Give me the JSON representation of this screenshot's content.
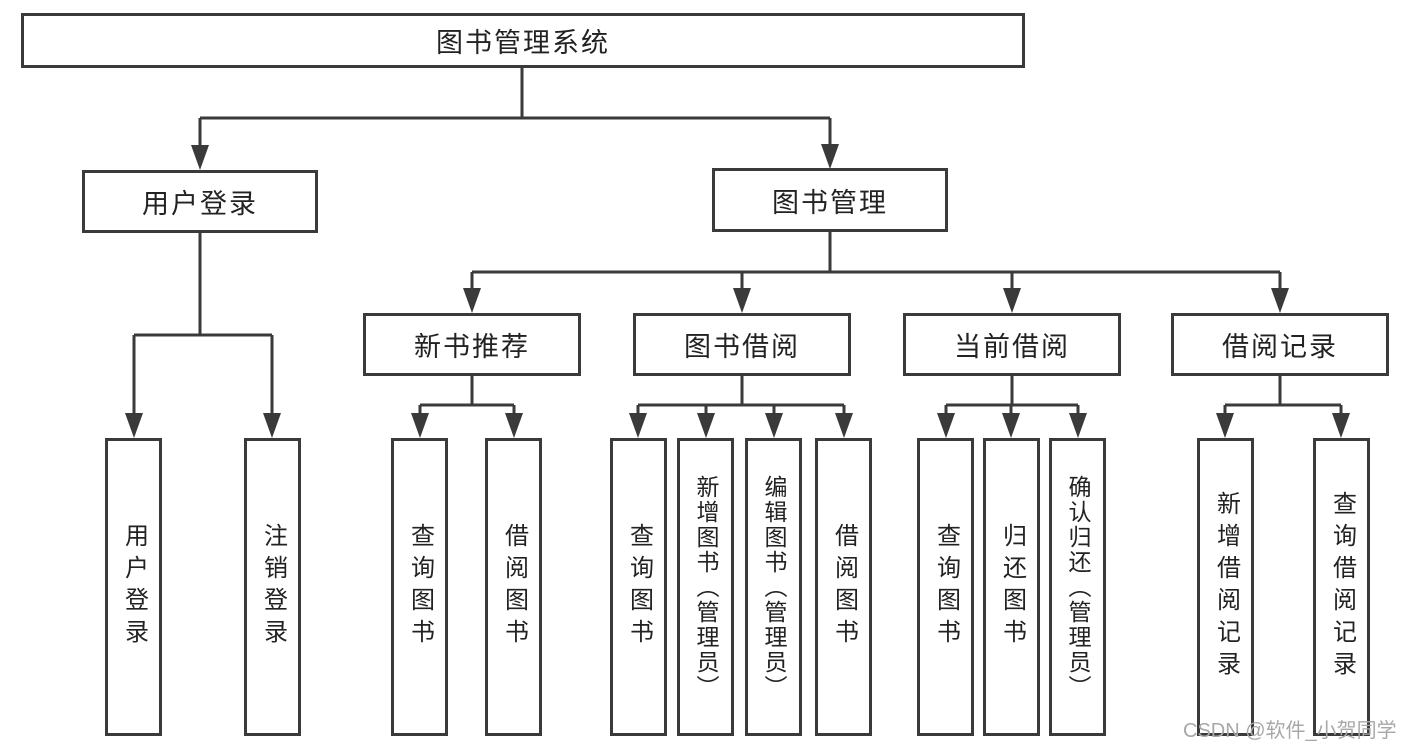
{
  "tree": {
    "root": "图书管理系统",
    "children": [
      {
        "label": "用户登录",
        "children": [
          {
            "label": "用户登录"
          },
          {
            "label": "注销登录"
          }
        ]
      },
      {
        "label": "图书管理",
        "children": [
          {
            "label": "新书推荐",
            "children": [
              {
                "label": "查询图书"
              },
              {
                "label": "借阅图书"
              }
            ]
          },
          {
            "label": "图书借阅",
            "children": [
              {
                "label": "查询图书"
              },
              {
                "label": "新增图书（管理员）"
              },
              {
                "label": "编辑图书（管理员）"
              },
              {
                "label": "借阅图书"
              }
            ]
          },
          {
            "label": "当前借阅",
            "children": [
              {
                "label": "查询图书"
              },
              {
                "label": "归还图书"
              },
              {
                "label": "确认归还（管理员）"
              }
            ]
          },
          {
            "label": "借阅记录",
            "children": [
              {
                "label": "新增借阅记录"
              },
              {
                "label": "查询借阅记录"
              }
            ]
          }
        ]
      }
    ]
  },
  "watermark": {
    "text": "CSDN @软件_小贺同学"
  },
  "colors": {
    "line": "#3a3a3a",
    "text": "#222222",
    "box_background": "#ffffff",
    "watermark": "#a8a8a8"
  }
}
